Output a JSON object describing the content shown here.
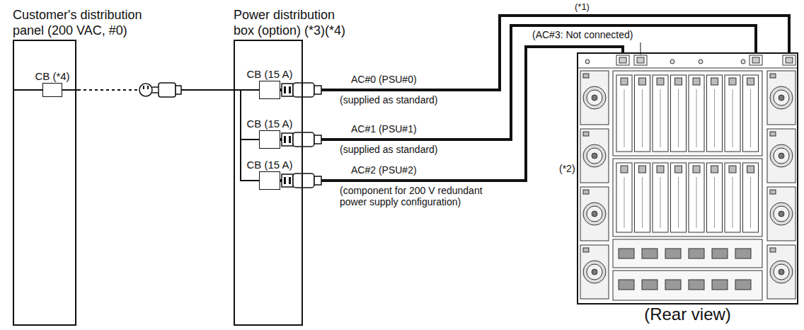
{
  "diagram": {
    "nodes": [
      {
        "text": [
          "Customer's distribution panel (200 VAC, #0)"
        ]
      },
      {
        "text": [
          "CB (*4)"
        ],
        "in": 0
      },
      {
        "text": [
          "Power distribution box (option) (*3)(*4)"
        ]
      },
      {
        "text": [
          "CB (15 A)"
        ],
        "in": 2
      },
      {
        "text": [
          "CB (15 A)"
        ],
        "in": 2
      },
      {
        "text": [
          "CB (15 A)"
        ],
        "in": 2
      },
      {
        "text": [
          "(Rear view)"
        ]
      }
    ],
    "edges": [
      {
        "from": 1,
        "to": 3,
        "arrow": "none"
      },
      {
        "from": 1,
        "to": 4,
        "arrow": "none"
      },
      {
        "from": 1,
        "to": 5,
        "arrow": "none"
      },
      {
        "from": 3,
        "to": 6,
        "arrow": "none",
        "label": "AC#0 (PSU#0)"
      },
      {
        "from": 4,
        "to": 6,
        "arrow": "none",
        "label": "AC#1 (PSU#1)"
      },
      {
        "from": 5,
        "to": 6,
        "arrow": "none",
        "label": "AC#2 (PSU#2)"
      }
    ],
    "labels": [
      "(supplied as standard)",
      "(supplied as standard)",
      "(component for 200 V redundant power supply configuration)",
      "(AC#3: Not connected)",
      "(*1)",
      "(*2)"
    ]
  }
}
